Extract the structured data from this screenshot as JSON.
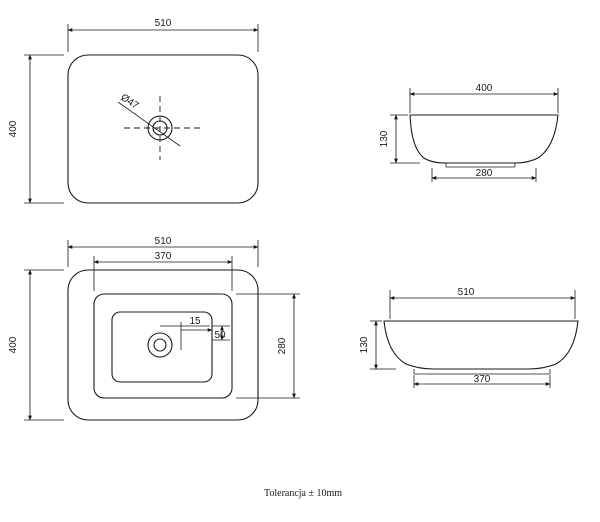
{
  "top_view": {
    "width_label": "510",
    "height_label": "400",
    "drain_label": "Ø47"
  },
  "side_view_top": {
    "top_width_label": "400",
    "height_label": "130",
    "base_width_label": "280"
  },
  "bottom_view": {
    "outer_width_label": "510",
    "inner_width_label": "370",
    "outer_height_label": "400",
    "inner_height_label": "280",
    "offset_label_a": "15",
    "offset_label_b": "50"
  },
  "side_view_bottom": {
    "top_width_label": "510",
    "height_label": "130",
    "base_width_label": "370"
  },
  "tolerance_note": "Tolerancja ± 10mm"
}
